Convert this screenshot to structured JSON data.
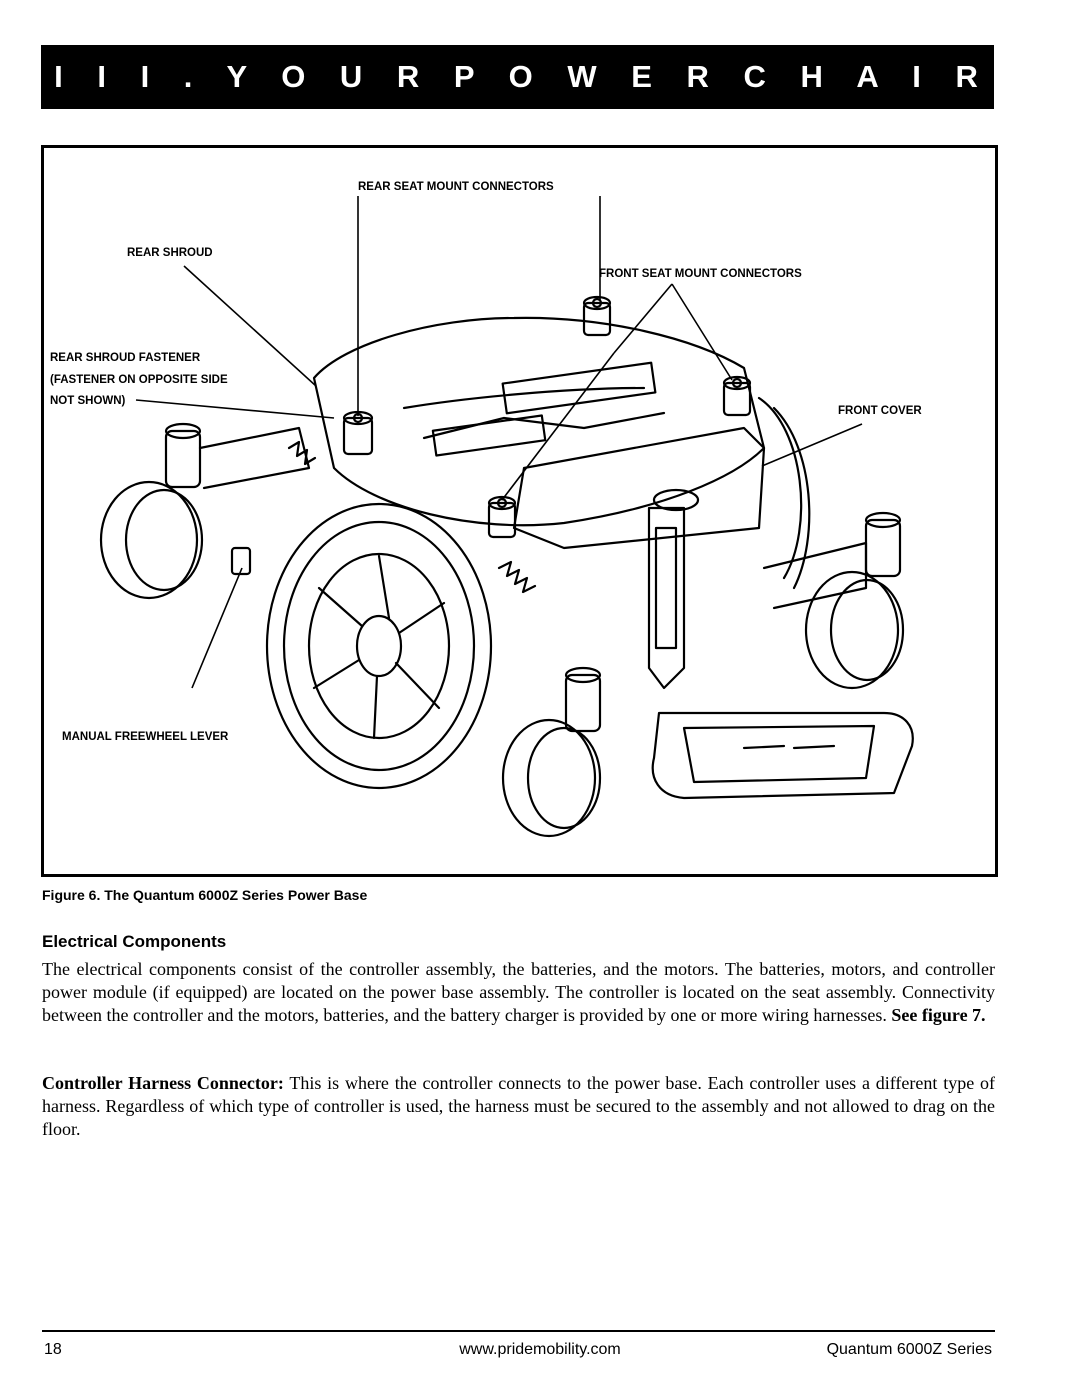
{
  "section_banner": "I I I .   Y O U R   P O W E R   C H A I R",
  "figure": {
    "labels": {
      "rear_seat_mount_connectors": "REAR SEAT MOUNT CONNECTORS",
      "rear_shroud": "REAR SHROUD",
      "front_seat_mount_connectors": "FRONT SEAT MOUNT CONNECTORS",
      "rear_shroud_fastener_1": "REAR SHROUD FASTENER",
      "rear_shroud_fastener_2": "(FASTENER ON OPPOSITE SIDE",
      "rear_shroud_fastener_3": "NOT SHOWN)",
      "front_cover": "FRONT COVER",
      "manual_freewheel_lever": "MANUAL FREEWHEEL LEVER"
    },
    "caption": "Figure 6. The Quantum 6000Z Series Power Base"
  },
  "section": {
    "heading": "Electrical Components",
    "paragraph1": "The electrical components consist of the controller assembly, the batteries, and the motors. The batteries, motors, and controller power module (if equipped) are located on the power base assembly. The controller is located on the seat assembly. Connectivity between the controller and the motors, batteries, and the battery charger is provided by one or more wiring harnesses.",
    "paragraph1_ref": "See figure 7.",
    "paragraph2_term": "Controller Harness Connector:",
    "paragraph2_body": "This is where the controller connects to the power base. Each controller uses a different type of harness. Regardless of which type of controller is used, the harness must be secured to the assembly and not allowed to drag on the floor."
  },
  "footer": {
    "page_number": "18",
    "url": "www.pridemobility.com",
    "series": "Quantum 6000Z Series"
  }
}
